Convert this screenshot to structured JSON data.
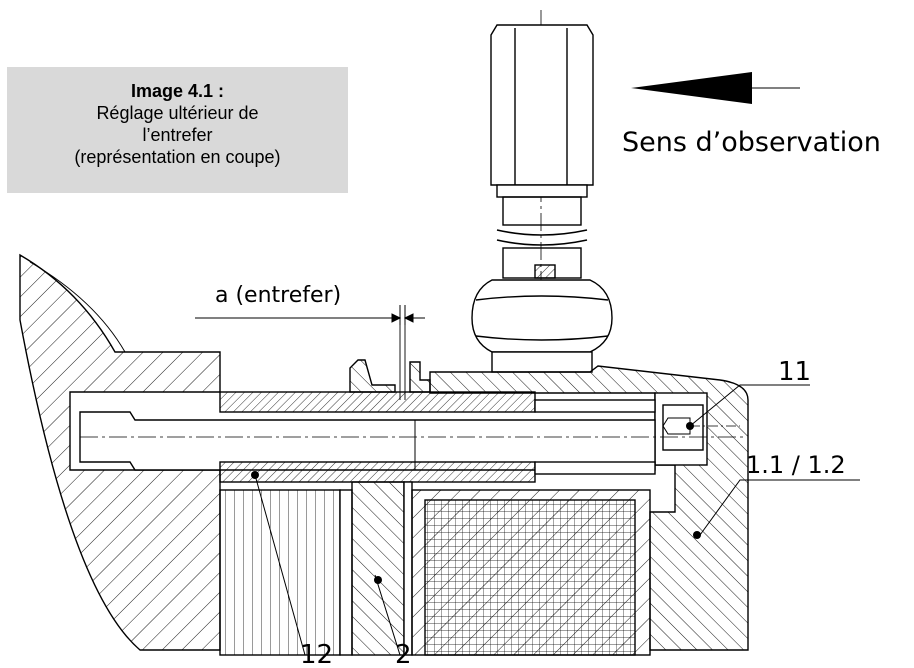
{
  "caption": {
    "title": "Image 4.1 :",
    "lines": [
      "Réglage ultérieur de",
      "l’entrefer",
      "(représentation en coupe)"
    ]
  },
  "observation_label": "Sens d’observation",
  "airgap_label": "a (entrefer)",
  "part_labels": {
    "p11": "11",
    "p1112": "1.1 / 1.2",
    "p12": "12",
    "p2": "2"
  },
  "colors": {
    "caption_bg": "#d9d9d9",
    "line": "#000000"
  }
}
